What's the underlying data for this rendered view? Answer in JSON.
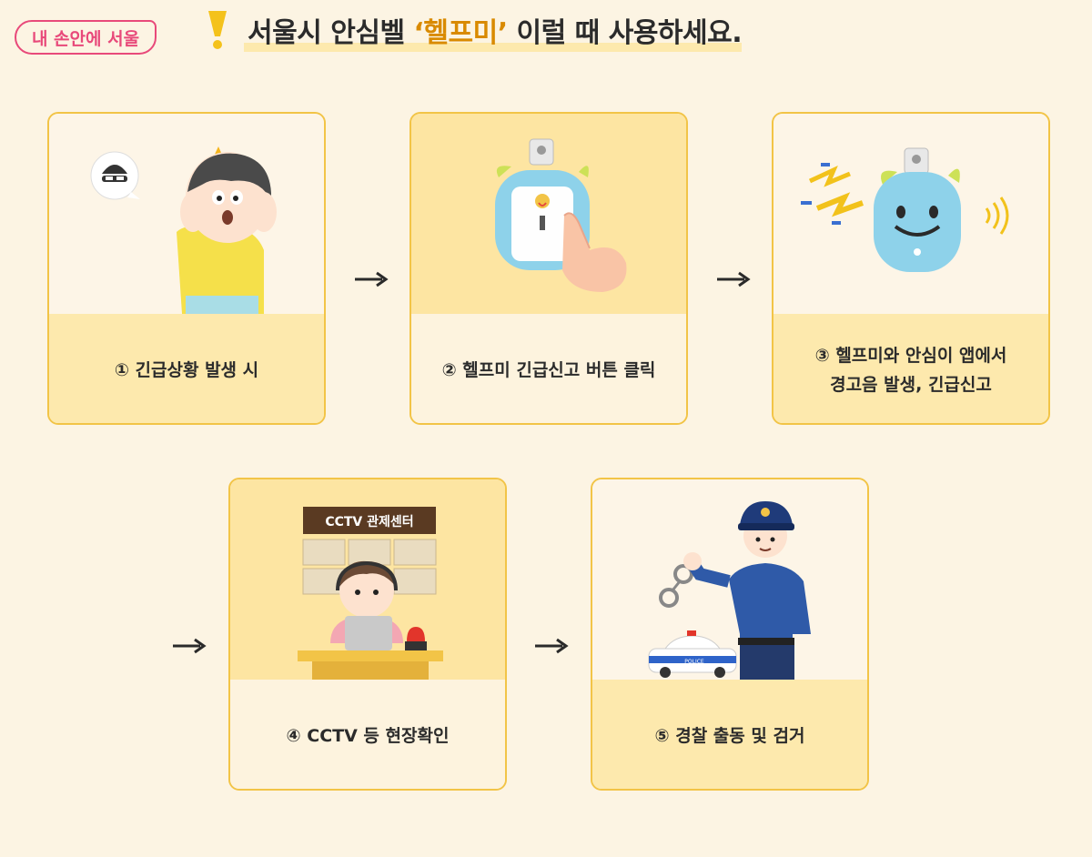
{
  "logo": {
    "text": "내 손안에 서울"
  },
  "header": {
    "title_prefix": "서울시 안심벨 ",
    "title_quote": "‘헬프미’",
    "title_suffix": " 이럴 때 사용하세요."
  },
  "steps": [
    {
      "caption": "① 긴급상황 발생 시",
      "icon": "surprised-person-with-thief-icon"
    },
    {
      "caption": "② 헬프미 긴급신고 버튼 클릭",
      "icon": "press-help-button-icon"
    },
    {
      "caption_line1": "③ 헬프미와 안심이 앱에서",
      "caption_line2": "경고음 발생, 긴급신고",
      "icon": "alarm-sounding-device-icon"
    },
    {
      "caption": "④ CCTV 등 현장확인",
      "icon": "cctv-operator-icon",
      "sign": "CCTV 관제센터"
    },
    {
      "caption": "⑤ 경찰 출동 및 검거",
      "icon": "police-officer-icon",
      "car_label": "POLICE"
    }
  ],
  "colors": {
    "accent": "#f2c447",
    "logo": "#e8497a",
    "title_quote": "#d98a00",
    "background": "#fcf4e3"
  }
}
